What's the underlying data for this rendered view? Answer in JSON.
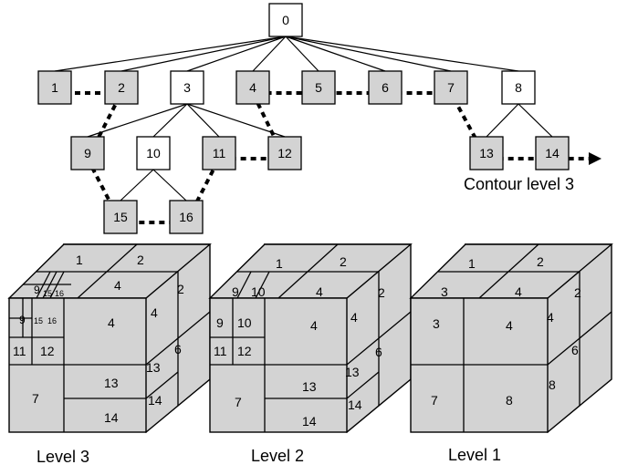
{
  "tree": {
    "nodes": [
      {
        "id": "0",
        "label": "0",
        "shaded": false
      },
      {
        "id": "1",
        "label": "1",
        "shaded": true
      },
      {
        "id": "2",
        "label": "2",
        "shaded": true
      },
      {
        "id": "3",
        "label": "3",
        "shaded": false
      },
      {
        "id": "4",
        "label": "4",
        "shaded": true
      },
      {
        "id": "5",
        "label": "5",
        "shaded": true
      },
      {
        "id": "6",
        "label": "6",
        "shaded": true
      },
      {
        "id": "7",
        "label": "7",
        "shaded": true
      },
      {
        "id": "8",
        "label": "8",
        "shaded": false
      },
      {
        "id": "9",
        "label": "9",
        "shaded": true
      },
      {
        "id": "10",
        "label": "10",
        "shaded": false
      },
      {
        "id": "11",
        "label": "11",
        "shaded": true
      },
      {
        "id": "12",
        "label": "12",
        "shaded": true
      },
      {
        "id": "13",
        "label": "13",
        "shaded": true
      },
      {
        "id": "14",
        "label": "14",
        "shaded": true
      },
      {
        "id": "15",
        "label": "15",
        "shaded": true
      },
      {
        "id": "16",
        "label": "16",
        "shaded": true
      }
    ],
    "edges": [
      [
        "0",
        "1"
      ],
      [
        "0",
        "2"
      ],
      [
        "0",
        "3"
      ],
      [
        "0",
        "4"
      ],
      [
        "0",
        "5"
      ],
      [
        "0",
        "6"
      ],
      [
        "0",
        "7"
      ],
      [
        "0",
        "8"
      ],
      [
        "3",
        "9"
      ],
      [
        "3",
        "10"
      ],
      [
        "3",
        "11"
      ],
      [
        "3",
        "12"
      ],
      [
        "10",
        "15"
      ],
      [
        "10",
        "16"
      ],
      [
        "8",
        "13"
      ],
      [
        "8",
        "14"
      ]
    ],
    "contour_path": [
      "1",
      "2",
      "9",
      "15",
      "16",
      "11",
      "12",
      "4",
      "5",
      "6",
      "7",
      "13",
      "14"
    ],
    "contour_label": "Contour level 3"
  },
  "cubes": [
    {
      "caption": "Level 3",
      "top_labels": [
        "1",
        "2",
        "9",
        "15",
        "16",
        "4"
      ],
      "right_labels": [
        "2",
        "4",
        "6",
        "13",
        "14"
      ],
      "front_labels": [
        "9",
        "15",
        "16",
        "4",
        "11",
        "12",
        "13",
        "7",
        "14"
      ]
    },
    {
      "caption": "Level 2",
      "top_labels": [
        "1",
        "2",
        "9",
        "10",
        "4"
      ],
      "right_labels": [
        "2",
        "4",
        "6",
        "13",
        "14"
      ],
      "front_labels": [
        "9",
        "10",
        "4",
        "11",
        "12",
        "13",
        "7",
        "14"
      ]
    },
    {
      "caption": "Level 1",
      "top_labels": [
        "1",
        "2",
        "3",
        "4"
      ],
      "right_labels": [
        "2",
        "4",
        "6",
        "8"
      ],
      "front_labels": [
        "3",
        "4",
        "7",
        "8"
      ]
    }
  ],
  "colors": {
    "shaded": "#d3d3d3",
    "unshaded": "#ffffff",
    "stroke": "#000000"
  }
}
